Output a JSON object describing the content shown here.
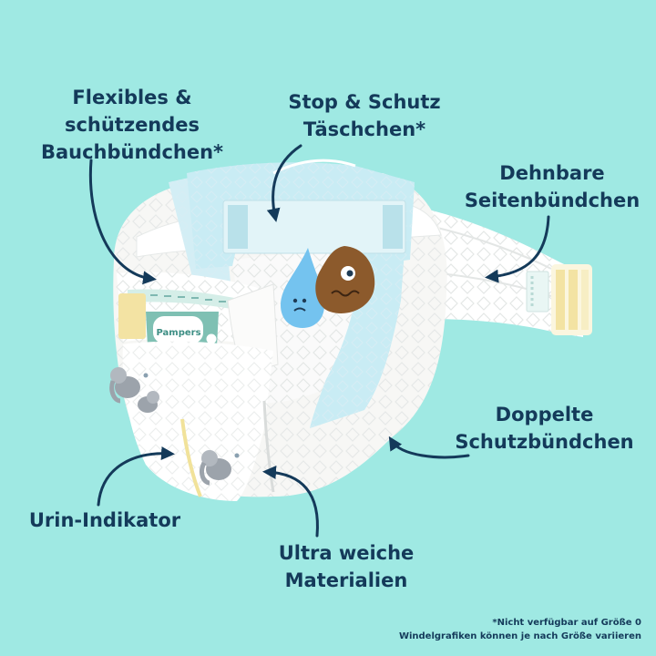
{
  "labels": {
    "waistband": {
      "line1": "Flexibles &",
      "line2": "schützendes",
      "line3": "Bauchbündchen*"
    },
    "pocket": {
      "line1": "Stop & Schutz",
      "line2": "Täschchen*"
    },
    "side": {
      "line1": "Dehnbare",
      "line2": "Seitenbündchen"
    },
    "cuffs": {
      "line1": "Doppelte",
      "line2": "Schutzbündchen"
    },
    "indicator": {
      "line1": "Urin-Indikator"
    },
    "soft": {
      "line1": "Ultra weiche",
      "line2": "Materialien"
    }
  },
  "product": {
    "brand": "Pampers"
  },
  "footnote": {
    "line1": "*Nicht verfügbar auf Größe 0",
    "line2": "Windelgrafiken können je nach Größe variieren"
  },
  "colors": {
    "background": "#9fe9e3",
    "text": "#143a5a",
    "diaper": "#f7f7f5",
    "cuff": "#c9ecf4",
    "tape": "#f3e3a3",
    "drop": "#74c3ef",
    "poo": "#8c5a2c"
  },
  "icons": [
    "elephant-icon",
    "water-drop-icon",
    "poo-icon"
  ]
}
